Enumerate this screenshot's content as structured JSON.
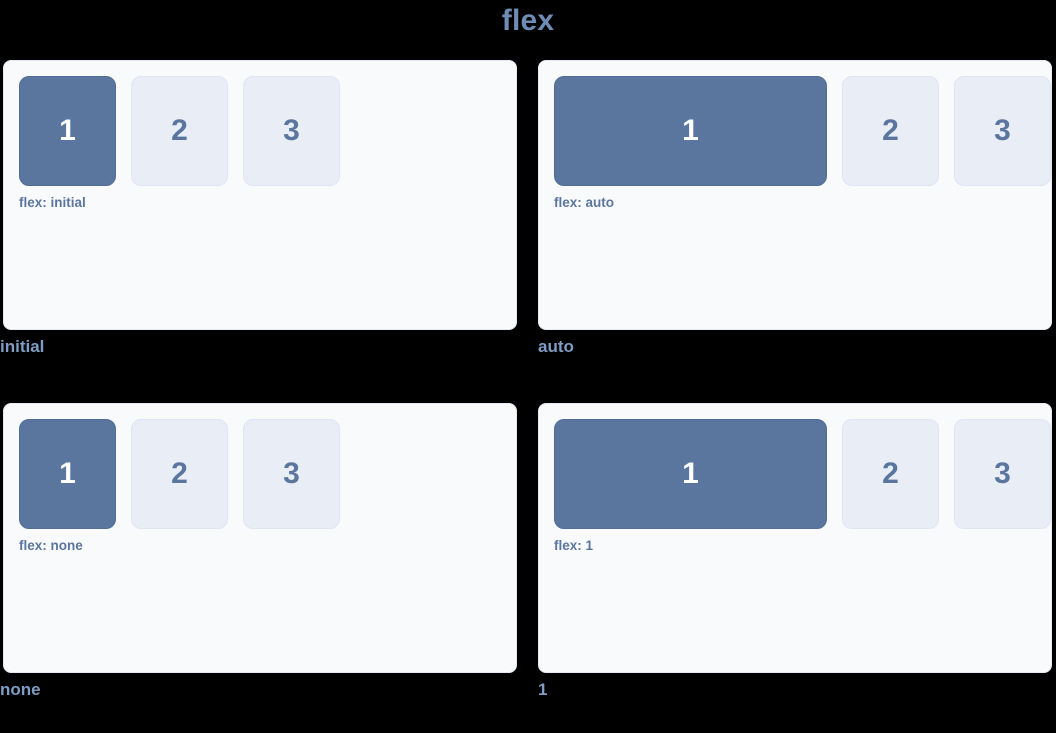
{
  "title": "flex",
  "theme": {
    "page_background": "#000000",
    "title_color": "#6f8cb5",
    "panel_background": "#f9fafc",
    "panel_border": "#e4e9f2",
    "box_primary_fill": "#5b769e",
    "box_primary_text": "#ffffff",
    "box_plain_fill": "#e8edf6",
    "box_plain_text": "#5b769e",
    "label_color": "#5b769e",
    "caption_color": "#7e9cc4"
  },
  "demos": [
    {
      "caption": "initial",
      "label": "flex: initial",
      "boxes": [
        {
          "number": "1",
          "style": "primary",
          "size": "fixed"
        },
        {
          "number": "2",
          "style": "plain",
          "size": "fixed"
        },
        {
          "number": "3",
          "style": "plain",
          "size": "fixed"
        }
      ]
    },
    {
      "caption": "auto",
      "label": "flex: auto",
      "boxes": [
        {
          "number": "1",
          "style": "primary",
          "size": "grow"
        },
        {
          "number": "2",
          "style": "plain",
          "size": "fixed"
        },
        {
          "number": "3",
          "style": "plain",
          "size": "fixed"
        }
      ]
    },
    {
      "caption": "none",
      "label": "flex: none",
      "boxes": [
        {
          "number": "1",
          "style": "primary",
          "size": "fixed"
        },
        {
          "number": "2",
          "style": "plain",
          "size": "fixed"
        },
        {
          "number": "3",
          "style": "plain",
          "size": "fixed"
        }
      ]
    },
    {
      "caption": "1",
      "label": "flex: 1",
      "boxes": [
        {
          "number": "1",
          "style": "primary",
          "size": "grow"
        },
        {
          "number": "2",
          "style": "plain",
          "size": "fixed"
        },
        {
          "number": "3",
          "style": "plain",
          "size": "fixed"
        }
      ]
    }
  ]
}
